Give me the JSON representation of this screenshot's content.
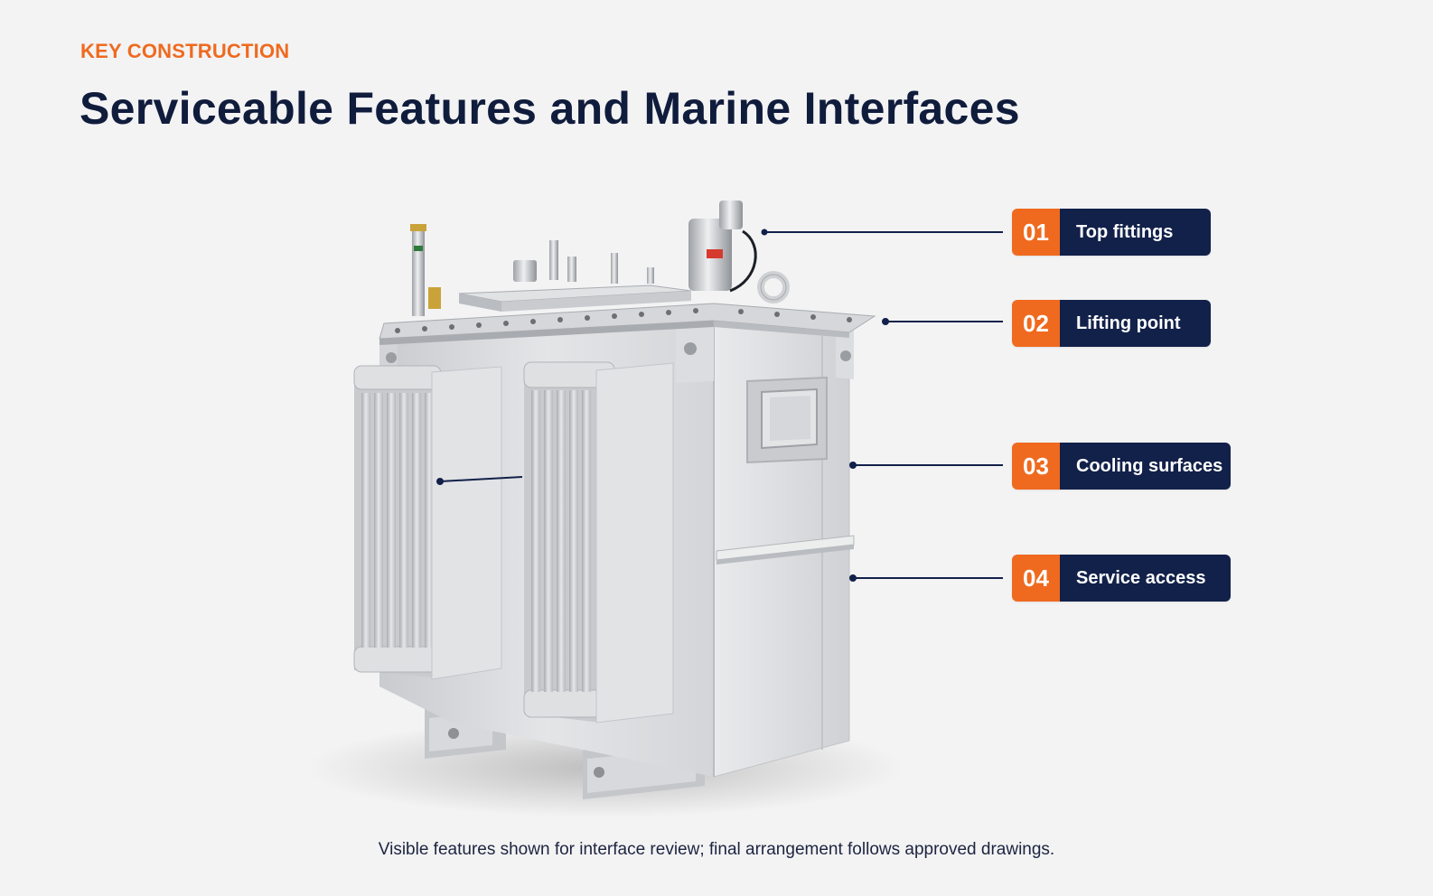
{
  "header": {
    "eyebrow": "KEY CONSTRUCTION",
    "title": "Serviceable Features and Marine Interfaces"
  },
  "callouts": [
    {
      "number": "01",
      "label": "Top fittings"
    },
    {
      "number": "02",
      "label": "Lifting point"
    },
    {
      "number": "03",
      "label": "Cooling surfaces"
    },
    {
      "number": "04",
      "label": "Service access"
    }
  ],
  "footnote": "Visible features shown for interface review; final arrangement follows approved drawings.",
  "colors": {
    "accent": "#ef6a1f",
    "navy": "#12214a",
    "background": "#f3f3f4",
    "equipment": "#d9dadc"
  },
  "image": {
    "subject": "transformer-illustration"
  }
}
